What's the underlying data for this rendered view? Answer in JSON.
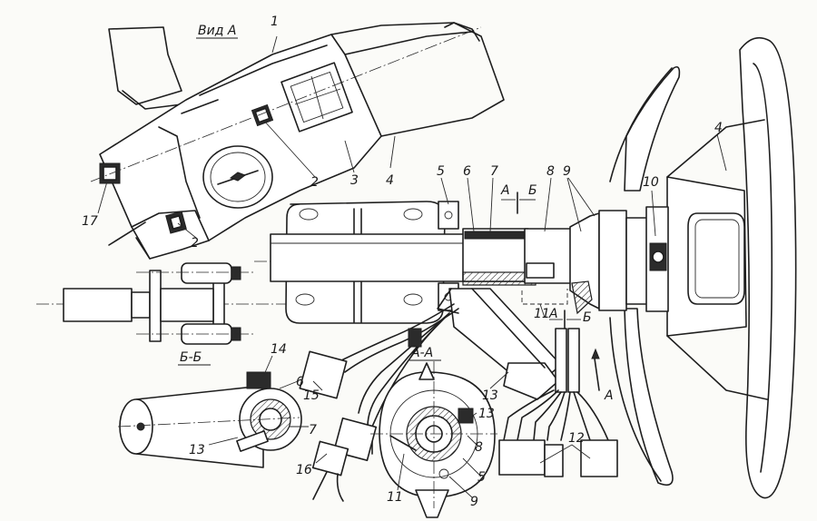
{
  "view_titles": {
    "view_a": "Вид А",
    "section_aa": "А-А",
    "section_bb": "Б-Б"
  },
  "cut_marks": {
    "a": "А",
    "b": "Б"
  },
  "arrow_label": "А",
  "parts": {
    "p1": "1",
    "p2a": "2",
    "p2b": "2",
    "p3": "3",
    "p4a": "4",
    "p4b": "4",
    "p5a": "5",
    "p5b": "5",
    "p6a": "6",
    "p6b": "6",
    "p7a": "7",
    "p7b": "7",
    "p8a": "8",
    "p8b": "8",
    "p9a": "9",
    "p9b": "9",
    "p10": "10",
    "p11a": "11",
    "p11b": "11",
    "p12": "12",
    "p13a": "13",
    "p13b": "13",
    "p13c": "13",
    "p14": "14",
    "p15": "15",
    "p16": "16",
    "p17": "17"
  }
}
